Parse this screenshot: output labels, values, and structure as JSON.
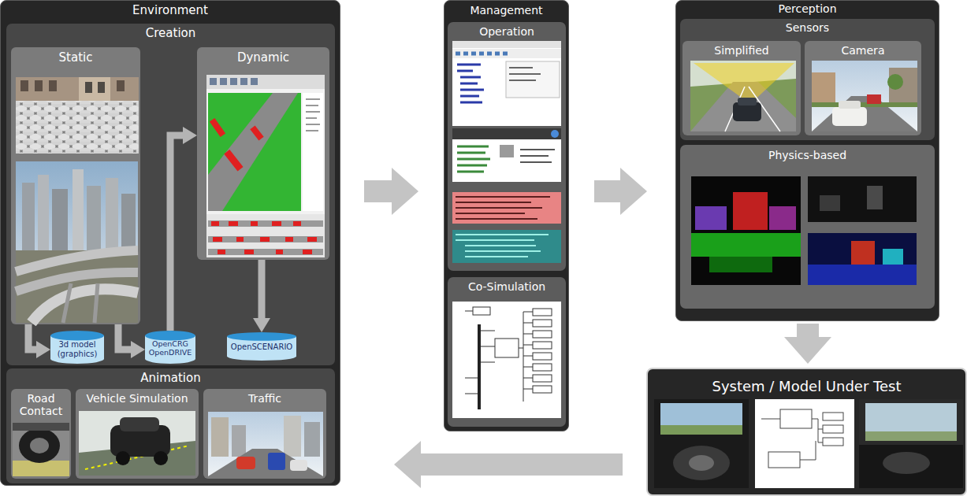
{
  "diagram": {
    "nodes": [
      {
        "text": [
          "Environment"
        ]
      },
      {
        "text": [
          "Creation"
        ],
        "in": 0
      },
      {
        "text": [
          "Static"
        ],
        "in": 1
      },
      {
        "text": [
          "Dynamic"
        ],
        "in": 1
      },
      {
        "text": [
          "3d model (graphics)"
        ],
        "in": 1
      },
      {
        "text": [
          "OpenCRG OpenDRIVE"
        ],
        "in": 1
      },
      {
        "text": [
          "OpenSCENARIO"
        ],
        "in": 1
      },
      {
        "text": [
          "Animation"
        ],
        "in": 0
      },
      {
        "text": [
          "Road Contact"
        ],
        "in": 7
      },
      {
        "text": [
          "Vehicle Simulation"
        ],
        "in": 7
      },
      {
        "text": [
          "Traffic"
        ],
        "in": 7
      },
      {
        "text": [
          "Management"
        ]
      },
      {
        "text": [
          "Operation"
        ],
        "in": 11
      },
      {
        "text": [
          "Co-Simulation"
        ],
        "in": 11
      },
      {
        "text": [
          "Perception"
        ]
      },
      {
        "text": [
          "Sensors"
        ],
        "in": 14
      },
      {
        "text": [
          "Simplified"
        ],
        "in": 15
      },
      {
        "text": [
          "Camera"
        ],
        "in": 15
      },
      {
        "text": [
          "Physics-based"
        ],
        "in": 14
      },
      {
        "text": [
          "System / Model Under Test"
        ]
      }
    ],
    "edges": [
      {
        "from": 2,
        "to": 4,
        "arrow": "to"
      },
      {
        "from": 2,
        "to": 5,
        "arrow": "to"
      },
      {
        "from": 5,
        "to": 3,
        "arrow": "to"
      },
      {
        "from": 3,
        "to": 6,
        "arrow": "to"
      },
      {
        "from": 0,
        "to": 11,
        "arrow": "to"
      },
      {
        "from": 11,
        "to": 14,
        "arrow": "to"
      },
      {
        "from": 14,
        "to": 19,
        "arrow": "to"
      },
      {
        "from": 19,
        "to": 0,
        "arrow": "to"
      }
    ]
  }
}
